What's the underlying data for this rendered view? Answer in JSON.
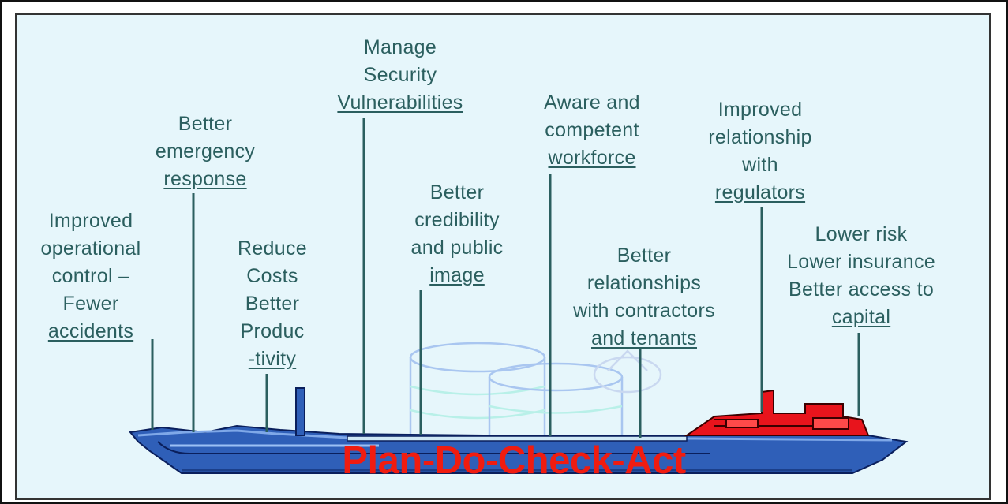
{
  "labels": {
    "operational": [
      "Improved",
      "operational",
      "control –",
      "Fewer",
      "accidents"
    ],
    "emergency": [
      "Better",
      "emergency",
      "response"
    ],
    "costs": [
      "Reduce",
      "Costs",
      "Better",
      "Produc",
      "-tivity"
    ],
    "security": [
      "Manage",
      "Security",
      "Vulnerabilities"
    ],
    "credibility": [
      "Better",
      "credibility",
      "and public",
      "image"
    ],
    "workforce": [
      "Aware and",
      "competent",
      "workforce"
    ],
    "contractors": [
      "Better",
      "relationships",
      "with contractors",
      "and tenants"
    ],
    "regulators": [
      "Improved",
      "relationship",
      "with",
      "regulators"
    ],
    "risk": [
      "Lower risk",
      "Lower insurance",
      "Better access to",
      "capital"
    ]
  },
  "banner": "Plan-Do-Check-Act",
  "colors": {
    "text": "#2b5f5f",
    "pointer": "#2b5f5f",
    "banner": "#f01c10",
    "hull": "#2f5fb8",
    "superstructure": "#e8141c",
    "background": "#e6f6fb"
  }
}
